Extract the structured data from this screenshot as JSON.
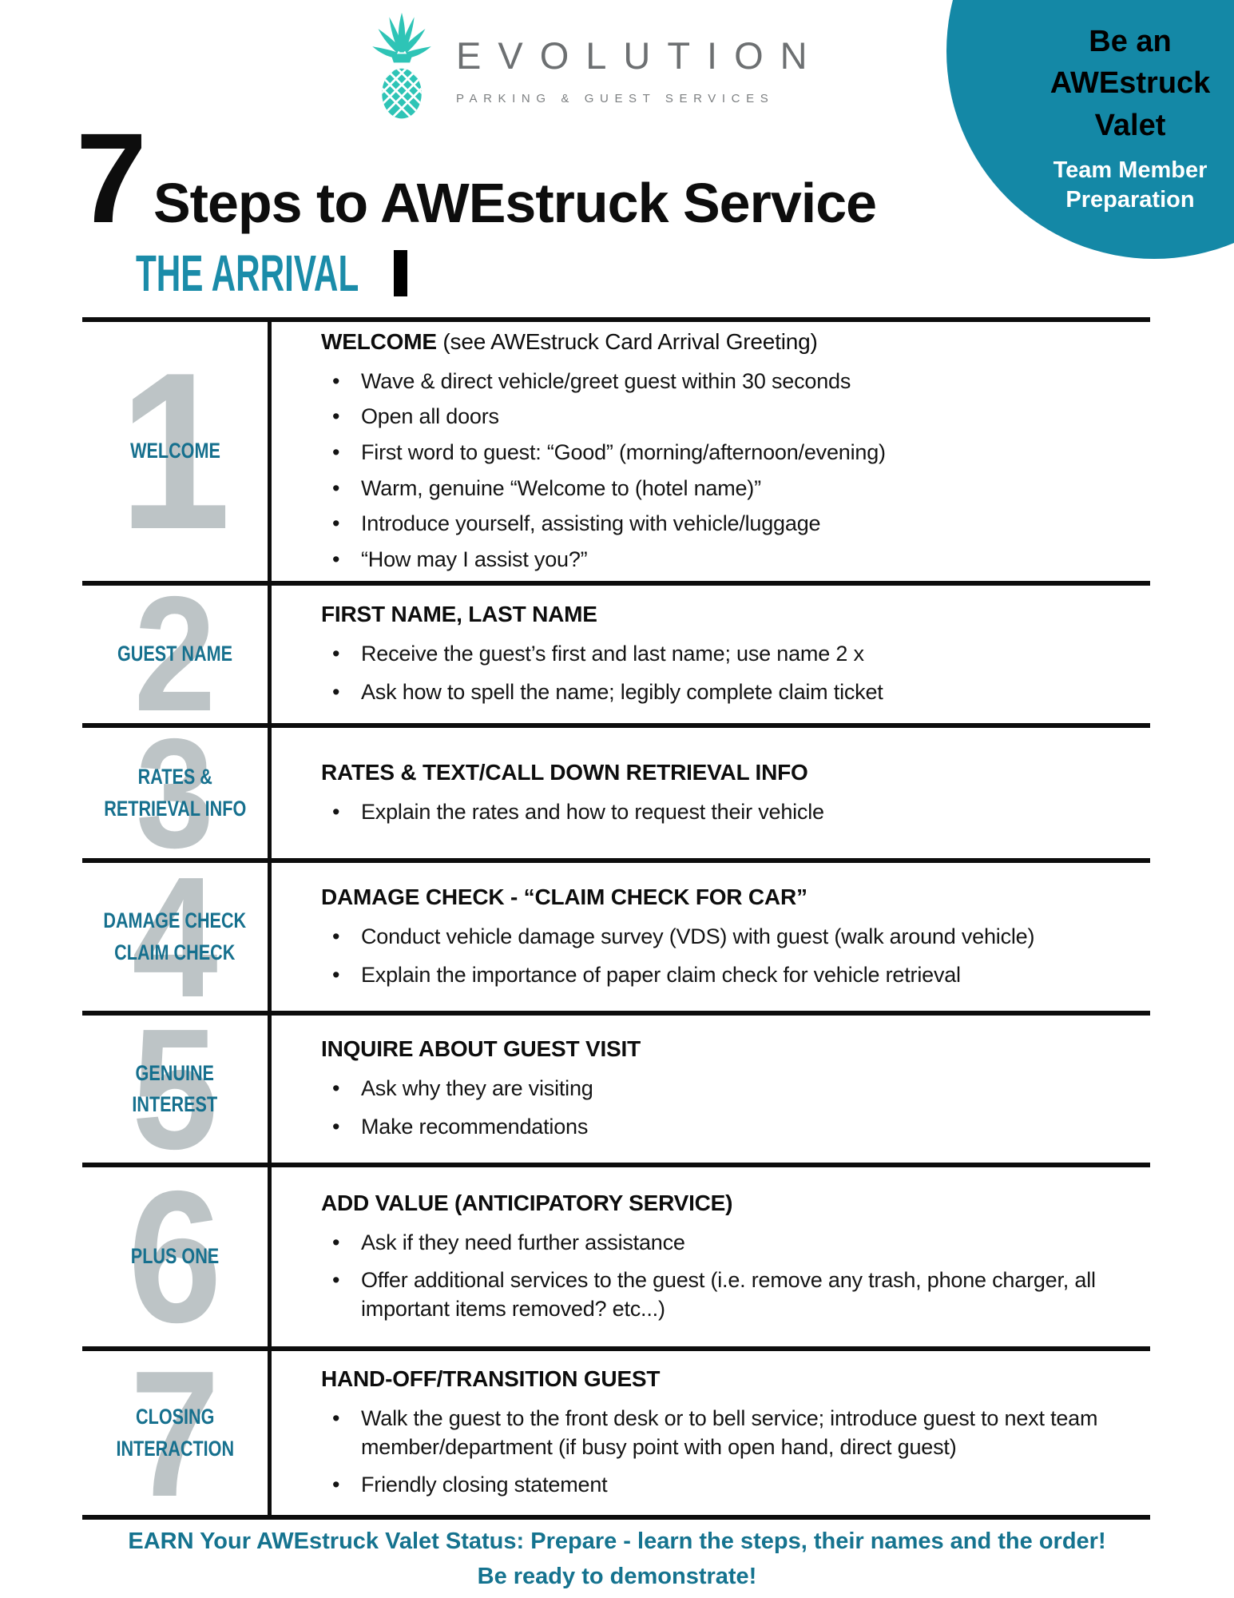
{
  "logo": {
    "brand": "EVOLUTION",
    "tagline": "PARKING & GUEST SERVICES"
  },
  "badge": {
    "line1": "Be an",
    "line2": "AWEstruck",
    "line3": "Valet",
    "subline1": "Team Member",
    "subline2": "Preparation"
  },
  "title": {
    "big_number": "7",
    "text": "Steps to AWEstruck Service"
  },
  "section": {
    "heading": "THE ARRIVAL"
  },
  "rows": [
    {
      "number": "1",
      "label_lines": [
        "WELCOME"
      ],
      "heading_bold": "WELCOME",
      "heading_rest": " (see AWEstruck Card Arrival Greeting)",
      "bullets": [
        "Wave & direct vehicle/greet guest within 30 seconds",
        "Open all doors",
        "First word to guest: “Good” (morning/afternoon/evening)",
        "Warm, genuine “Welcome to (hotel name)”",
        "Introduce yourself, assisting with vehicle/luggage",
        "“How may I assist you?”"
      ]
    },
    {
      "number": "2",
      "label_lines": [
        "GUEST NAME"
      ],
      "heading_bold": "FIRST NAME, LAST NAME",
      "heading_rest": "",
      "bullets": [
        "Receive the guest’s first and last name; use name 2 x",
        "Ask how to spell the name; legibly complete claim ticket"
      ]
    },
    {
      "number": "3",
      "label_lines": [
        "RATES &",
        "RETRIEVAL INFO"
      ],
      "heading_bold": "RATES & TEXT/CALL DOWN RETRIEVAL INFO",
      "heading_rest": "",
      "bullets": [
        "Explain the rates and how to request their vehicle"
      ]
    },
    {
      "number": "4",
      "label_lines": [
        "DAMAGE CHECK",
        "CLAIM CHECK"
      ],
      "heading_bold": "DAMAGE CHECK - “CLAIM CHECK FOR CAR”",
      "heading_rest": "",
      "bullets": [
        "Conduct vehicle damage survey (VDS) with guest (walk around vehicle)",
        "Explain the importance of paper claim check for vehicle retrieval"
      ]
    },
    {
      "number": "5",
      "label_lines": [
        "GENUINE",
        "INTEREST"
      ],
      "heading_bold": "INQUIRE ABOUT GUEST VISIT",
      "heading_rest": "",
      "bullets": [
        "Ask why they are visiting",
        "Make recommendations"
      ]
    },
    {
      "number": "6",
      "label_lines": [
        "PLUS ONE"
      ],
      "heading_bold": "ADD VALUE (ANTICIPATORY SERVICE)",
      "heading_rest": "",
      "bullets": [
        "Ask if they need further assistance",
        "Offer additional services to the guest (i.e. remove any trash, phone charger, all important items removed? etc...)"
      ]
    },
    {
      "number": "7",
      "label_lines": [
        "CLOSING",
        "INTERACTION"
      ],
      "heading_bold": "HAND-OFF/TRANSITION GUEST",
      "heading_rest": "",
      "bullets": [
        "Walk the guest to the front desk or to bell service; introduce guest to next team member/department (if busy point with open hand, direct guest)",
        "Friendly closing statement"
      ]
    }
  ],
  "footer": {
    "line1": "EARN Your AWEstruck Valet Status: Prepare - learn the steps, their names and the order!",
    "line2": "Be ready to demonstrate!"
  },
  "colors": {
    "badge_teal": "#1488A6",
    "section_teal": "#1B8CA9",
    "label_teal": "#16708E",
    "footer_teal": "#15738F",
    "number_gray": "#bdc4c6",
    "logo_pineapple_teal": "#2EC4B6",
    "logo_gray": "#6d7072",
    "line_black": "#0d0d0d"
  }
}
